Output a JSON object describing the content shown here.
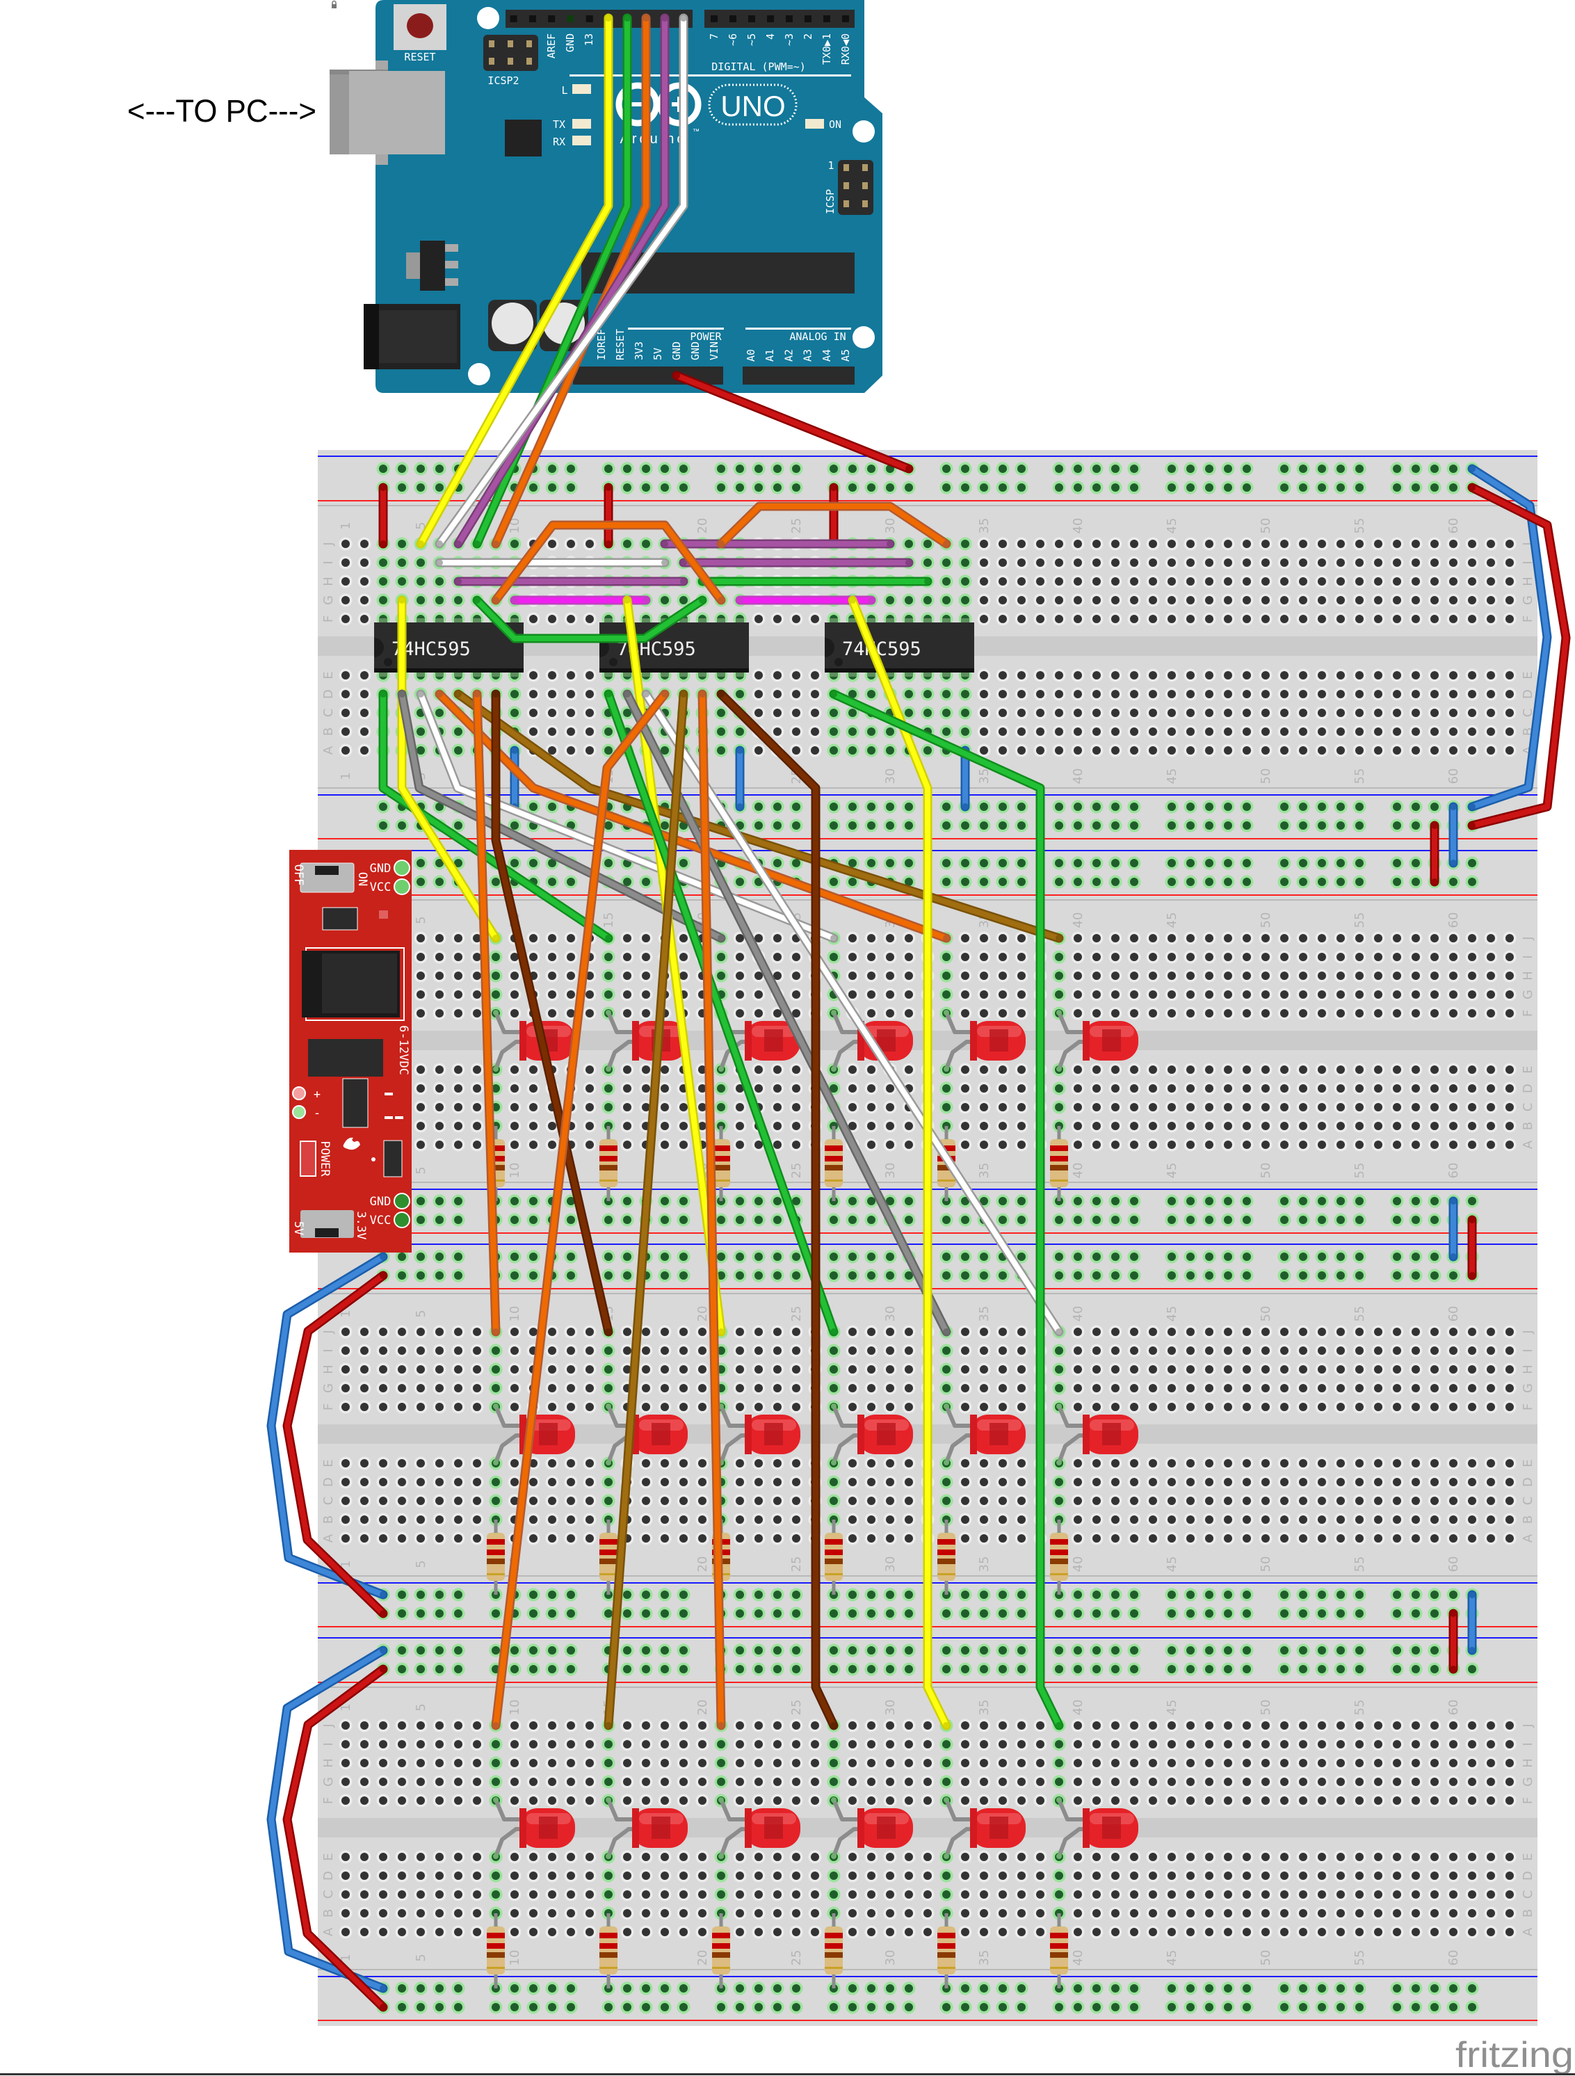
{
  "annotation": "<---TO PC--->",
  "watermark": "fritzing",
  "arduino": {
    "color": "#13789a",
    "reset_label": "RESET",
    "icsp2_label": "ICSP2",
    "top_pins": [
      "AREF",
      "GND",
      "13"
    ],
    "digital_pins": [
      "7",
      "~6",
      "~5",
      "4",
      "~3",
      "2",
      "TX0▶1",
      "RX0◀0"
    ],
    "digital_title": "DIGITAL (PWM=~)",
    "led_l": "L",
    "led_tx": "TX",
    "led_rx": "RX",
    "led_on": "ON",
    "model": "UNO",
    "brand": "Arduino",
    "trademark": "™",
    "icsp_label": "ICSP",
    "icsp_pin1": "1",
    "power_title": "POWER",
    "power_pins": [
      "IOREF",
      "RESET",
      "3V3",
      "5V",
      "GND",
      "GND",
      "VIN"
    ],
    "analog_title": "ANALOG IN",
    "analog_pins": [
      "A0",
      "A1",
      "A2",
      "A3",
      "A4",
      "A5"
    ]
  },
  "power_module": {
    "color": "#c8221a",
    "top_gnd": "GND",
    "top_vcc": "VCC",
    "switch_off": "OFF",
    "switch_on": "ON",
    "input_label": "6-12VDC",
    "plus": "+",
    "minus": "-",
    "led_label": "POWER",
    "bottom_gnd": "GND",
    "bottom_vcc": "VCC",
    "select_5v": "5V",
    "select_3v3": "3.3V"
  },
  "chips": [
    {
      "label": "74HC595"
    },
    {
      "label": "74HC595"
    },
    {
      "label": "74HC595"
    }
  ],
  "breadboard": {
    "row_labels": [
      "J",
      "I",
      "H",
      "G",
      "F",
      "E",
      "D",
      "C",
      "B",
      "A"
    ],
    "column_labels": [
      "1",
      "5",
      "10",
      "15",
      "20",
      "25",
      "30",
      "35",
      "40",
      "45",
      "50",
      "55",
      "60"
    ]
  },
  "led_color": "#e52228",
  "wire_colors": {
    "red": "#cc1414",
    "blue": "#3d86d8",
    "yellow": "#ffff10",
    "green": "#22c034",
    "orange": "#ef6a00",
    "purple": "#a653a3",
    "white": "#ffffff",
    "magenta": "#f020f0",
    "gray": "#8c8c8c",
    "brown": "#7a2e00",
    "olive": "#a06d10"
  }
}
